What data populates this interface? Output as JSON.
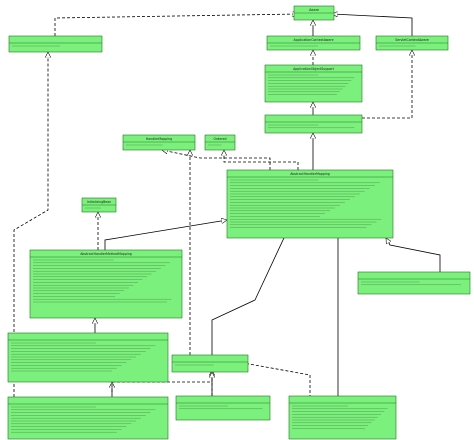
{
  "classes": {
    "aware": {
      "name": "Aware",
      "members": []
    },
    "embedded_value_resolver_aware": {
      "name": "",
      "members": []
    },
    "application_context_aware": {
      "name": "ApplicationContextAware",
      "members": []
    },
    "servlet_context_aware": {
      "name": "ServletContextAware",
      "members": []
    },
    "application_object_support": {
      "name": "ApplicationObjectSupport",
      "members": []
    },
    "web_application_object_support": {
      "name": "",
      "members": []
    },
    "handler_mapping": {
      "name": "HandlerMapping",
      "members": []
    },
    "ordered": {
      "name": "Ordered",
      "members": []
    },
    "abstract_handler_mapping": {
      "name": "AbstractHandlerMapping",
      "members": []
    },
    "initializing_bean": {
      "name": "InitializingBean",
      "members": []
    },
    "abstract_handler_method_mapping": {
      "name": "AbstractHandlerMethodMapping",
      "members": []
    },
    "request_mapping_info_handler_mapping": {
      "name": "",
      "members": []
    },
    "match_handler_mapping": {
      "name": "",
      "members": []
    },
    "request_mapping_handler_mapping": {
      "name": "",
      "members": []
    },
    "simple_url_handler_mapping_left": {
      "name": "",
      "members": []
    },
    "simple_url_handler_mapping": {
      "name": "",
      "members": []
    },
    "empty_handler_mapping": {
      "name": "",
      "members": []
    }
  }
}
